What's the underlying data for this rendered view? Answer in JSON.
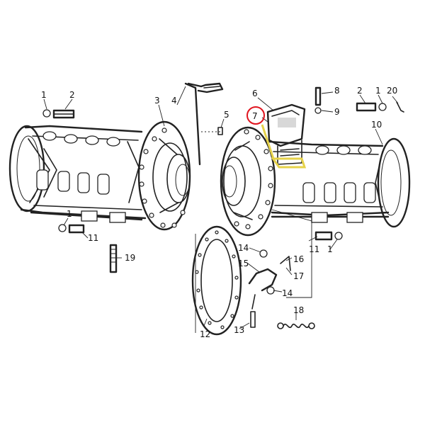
{
  "diagram": {
    "callouts": [
      {
        "id": "c1a",
        "text": "1"
      },
      {
        "id": "c2a",
        "text": "2"
      },
      {
        "id": "c3",
        "text": "3"
      },
      {
        "id": "c4",
        "text": "4"
      },
      {
        "id": "c5",
        "text": "5"
      },
      {
        "id": "c6",
        "text": "6"
      },
      {
        "id": "c7",
        "text": "7"
      },
      {
        "id": "c8",
        "text": "8"
      },
      {
        "id": "c9",
        "text": "9"
      },
      {
        "id": "c2b",
        "text": "2"
      },
      {
        "id": "c1b",
        "text": "1"
      },
      {
        "id": "c20",
        "text": "20"
      },
      {
        "id": "c10",
        "text": "10"
      },
      {
        "id": "c1c",
        "text": "1"
      },
      {
        "id": "c11a",
        "text": "11"
      },
      {
        "id": "c19",
        "text": "19"
      },
      {
        "id": "c14a",
        "text": "14"
      },
      {
        "id": "c16",
        "text": "16"
      },
      {
        "id": "c15",
        "text": "15"
      },
      {
        "id": "c17",
        "text": "17"
      },
      {
        "id": "c14b",
        "text": "14"
      },
      {
        "id": "c11b",
        "text": "11"
      },
      {
        "id": "c1d",
        "text": "1"
      },
      {
        "id": "c12",
        "text": "12"
      },
      {
        "id": "c13",
        "text": "13"
      },
      {
        "id": "c18",
        "text": "18"
      }
    ],
    "highlight": {
      "part": "7",
      "color": "#e0141e"
    },
    "accent_color": "#e6d24a"
  }
}
